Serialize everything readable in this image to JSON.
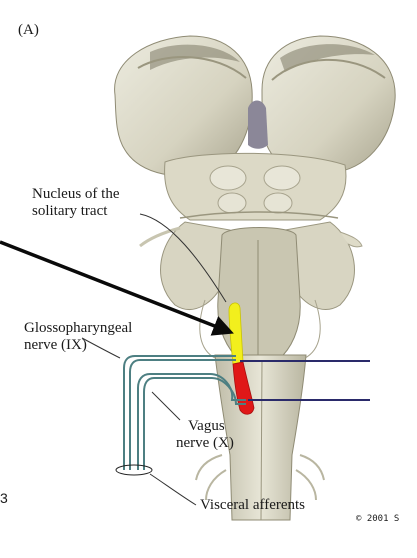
{
  "figure": {
    "panel_label": "(A)",
    "labels": {
      "nucleus_line1": "Nucleus of the",
      "nucleus_line2": "solitary tract",
      "glosso_line1": "Glossopharyngeal",
      "glosso_line2": "nerve (IX)",
      "vagus_line1": "Vagus",
      "vagus_line2": "nerve (X)",
      "visceral": "Visceral afferents"
    },
    "copyright": "© 2001 S",
    "edge_fragment": "3"
  },
  "colors": {
    "brain_fill": "#d9d6c4",
    "brain_shadow": "#a9a58f",
    "brain_highlight": "#ecebdf",
    "nts_upper": "#f2ef1d",
    "nts_lower": "#e01818",
    "nerve_stroke": "#4d7f82",
    "pointer": "#0a0a0a",
    "nav_line": "#2a2a6a"
  }
}
